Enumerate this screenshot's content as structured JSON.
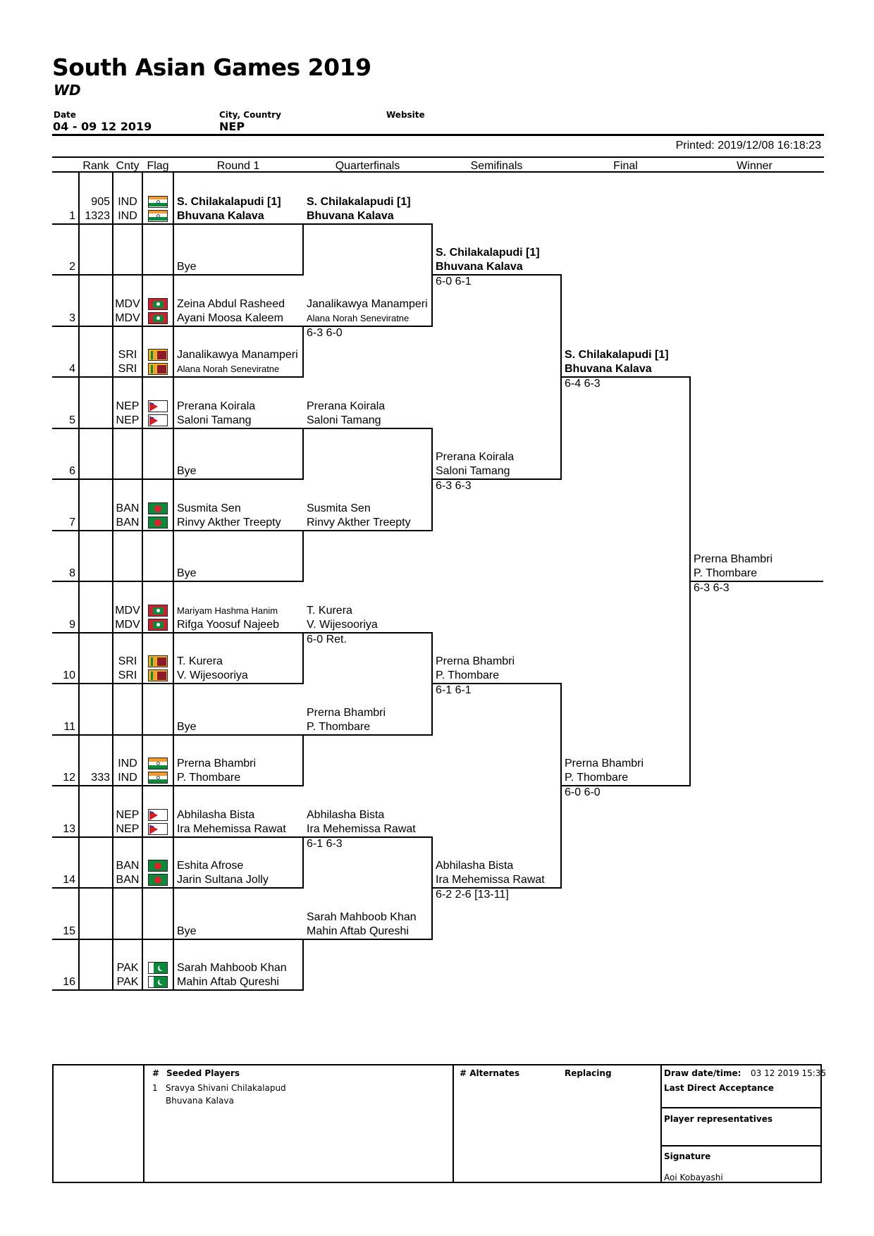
{
  "header": {
    "title": "South Asian Games 2019",
    "event": "WD",
    "date_label": "Date",
    "date_value": "04 - 09 12 2019",
    "city_label": "City, Country",
    "city_value": "NEP",
    "website_label": "Website",
    "printed": "Printed: 2019/12/08 16:18:23"
  },
  "columns": {
    "rank": "Rank",
    "cnty": "Cnty",
    "flag": "Flag",
    "round1": "Round 1",
    "qf": "Quarterfinals",
    "sf": "Semifinals",
    "final": "Final",
    "winner": "Winner"
  },
  "colors": {
    "ind_saffron": "#f59a2c",
    "green": "#0a8a3a",
    "mdv_red": "#d01f2f",
    "sri_gold": "#f2b21b",
    "sri_maroon": "#8c1a2a",
    "ban_red": "#e0202a",
    "nep_blue": "#2a3a9a",
    "nep_red": "#d0202a"
  },
  "draw": [
    {
      "num": "1",
      "rank1": "905",
      "rank2": "1323",
      "c1": "IND",
      "c2": "IND",
      "flag": "ind-flag",
      "p1": "S. Chilakalapudi [1]",
      "p2": "Bhuvana Kalava",
      "bold": true
    },
    {
      "num": "2",
      "p1": "",
      "p2": "Bye"
    },
    {
      "num": "3",
      "c1": "MDV",
      "c2": "MDV",
      "flag": "mdv-flag",
      "p1": "Zeina Abdul Rasheed",
      "p2": "Ayani Moosa Kaleem"
    },
    {
      "num": "4",
      "c1": "SRI",
      "c2": "SRI",
      "flag": "sri-flag",
      "p1": "Janalikawya Manamperi",
      "p2": "Alana Norah Seneviratne",
      "small2": true
    },
    {
      "num": "5",
      "c1": "NEP",
      "c2": "NEP",
      "flag": "nep-flag",
      "p1": "Prerana Koirala",
      "p2": "Saloni Tamang"
    },
    {
      "num": "6",
      "p1": "",
      "p2": "Bye"
    },
    {
      "num": "7",
      "c1": "BAN",
      "c2": "BAN",
      "flag": "ban-flag",
      "p1": "Susmita Sen",
      "p2": "Rinvy Akther Treepty"
    },
    {
      "num": "8",
      "p1": "",
      "p2": "Bye"
    },
    {
      "num": "9",
      "c1": "MDV",
      "c2": "MDV",
      "flag": "mdv-flag",
      "p1": "Mariyam Hashma Hanim",
      "p2": "Rifga Yoosuf Najeeb",
      "small1": true
    },
    {
      "num": "10",
      "c1": "SRI",
      "c2": "SRI",
      "flag": "sri-flag",
      "p1": "T. Kurera",
      "p2": "V. Wijesooriya"
    },
    {
      "num": "11",
      "p1": "",
      "p2": "Bye"
    },
    {
      "num": "12",
      "rank2": "333",
      "c1": "IND",
      "c2": "IND",
      "flag": "ind-flag",
      "p1": "Prerna Bhambri",
      "p2": "P. Thombare"
    },
    {
      "num": "13",
      "c1": "NEP",
      "c2": "NEP",
      "flag": "nep-flag",
      "p1": "Abhilasha Bista",
      "p2": "Ira Mehemissa Rawat"
    },
    {
      "num": "14",
      "c1": "BAN",
      "c2": "BAN",
      "flag": "ban-flag",
      "p1": "Eshita Afrose",
      "p2": "Jarin Sultana Jolly"
    },
    {
      "num": "15",
      "p1": "",
      "p2": "Bye"
    },
    {
      "num": "16",
      "c1": "PAK",
      "c2": "PAK",
      "flag": "pak-flag",
      "p1": "Sarah Mahboob Khan",
      "p2": "Mahin Aftab Qureshi"
    }
  ],
  "qf": [
    {
      "p1": "S. Chilakalapudi [1]",
      "p2": "Bhuvana Kalava",
      "score": "",
      "bold": true
    },
    {
      "p1": "Janalikawya Manamperi",
      "p2": "Alana Norah Seneviratne",
      "score": "6-3 6-0",
      "small2": true
    },
    {
      "p1": "Prerana Koirala",
      "p2": "Saloni Tamang",
      "score": ""
    },
    {
      "p1": "Susmita Sen",
      "p2": "Rinvy Akther Treepty",
      "score": ""
    },
    {
      "p1": "T. Kurera",
      "p2": "V. Wijesooriya",
      "score": "6-0 Ret."
    },
    {
      "p1": "Prerna Bhambri",
      "p2": "P. Thombare",
      "score": ""
    },
    {
      "p1": "Abhilasha Bista",
      "p2": "Ira Mehemissa Rawat",
      "score": "6-1 6-3"
    },
    {
      "p1": "Sarah Mahboob Khan",
      "p2": "Mahin Aftab Qureshi",
      "score": ""
    }
  ],
  "sf": [
    {
      "p1": "S. Chilakalapudi [1]",
      "p2": "Bhuvana Kalava",
      "score": "6-0 6-1",
      "bold": true
    },
    {
      "p1": "Prerana Koirala",
      "p2": "Saloni Tamang",
      "score": "6-3 6-3"
    },
    {
      "p1": "Prerna Bhambri",
      "p2": "P. Thombare",
      "score": "6-1 6-1"
    },
    {
      "p1": "Abhilasha Bista",
      "p2": "Ira Mehemissa Rawat",
      "score": "6-2 2-6 [13-11]"
    }
  ],
  "final": [
    {
      "p1": "S. Chilakalapudi [1]",
      "p2": "Bhuvana Kalava",
      "score": "6-4 6-3",
      "bold": true
    },
    {
      "p1": "Prerna Bhambri",
      "p2": "P. Thombare",
      "score": "6-0 6-0"
    }
  ],
  "winner": {
    "p1": "Prerna Bhambri",
    "p2": "P. Thombare",
    "score": "6-3 6-3"
  },
  "footer": {
    "seeded_hash": "#",
    "seeded_label": "Seeded Players",
    "seed_num": "1",
    "seed_p1": "Sravya Shivani Chilakalapud",
    "seed_p2": "Bhuvana Kalava",
    "alt_label": "# Alternates",
    "replacing_label": "Replacing",
    "draw_date_label": "Draw date/time:",
    "draw_date_value": "03 12 2019 15:35",
    "lda_label": "Last Direct Acceptance",
    "rep_label": "Player representatives",
    "sig_label": "Signature",
    "sig_value": "Aoi Kobayashi"
  }
}
